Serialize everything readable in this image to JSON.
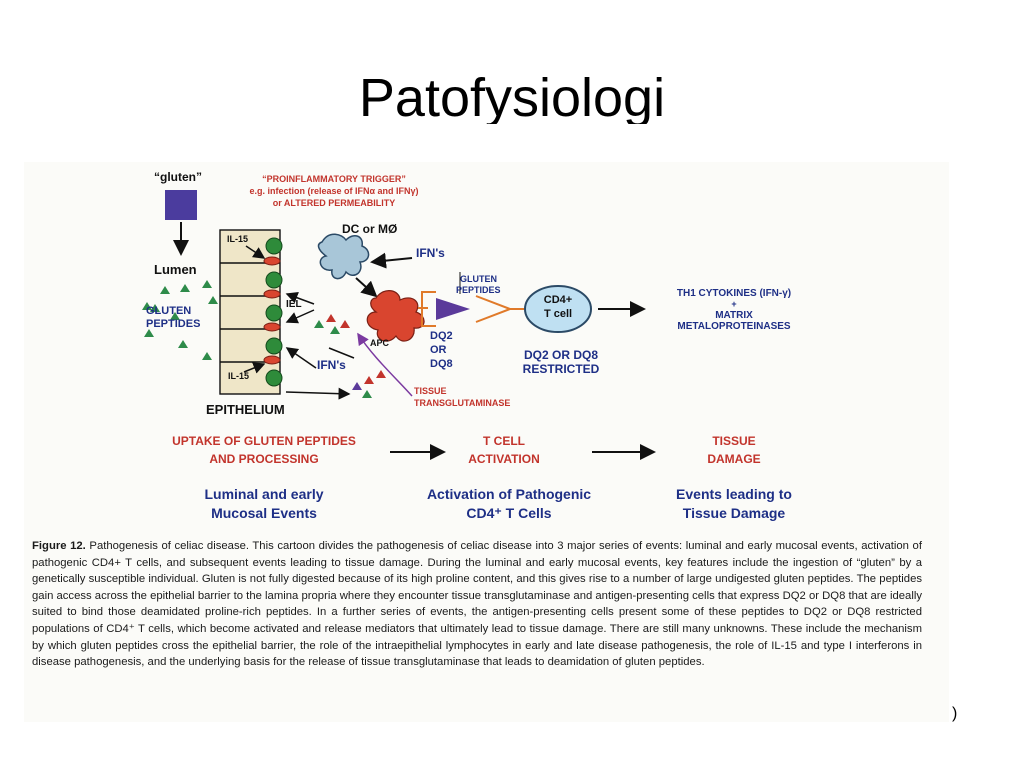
{
  "slide": {
    "title": "Patofysiologi",
    "page_number": ")"
  },
  "diagram": {
    "gluten": "“gluten”",
    "lumen": "Lumen",
    "gluten_peptides_left": [
      "GLUTEN",
      "PEPTIDES"
    ],
    "il15_top": "IL-15",
    "il15_bottom": "IL-15",
    "iel": "IEL",
    "epithelium": "EPITHELIUM",
    "trigger": [
      "“PROINFLAMMATORY TRIGGER”",
      "e.g. infection (release of IFNα and IFNγ)",
      "or ALTERED PERMEABILITY"
    ],
    "dc": "DC or MØ",
    "ifns_top": "IFN's",
    "ifns_bottom": "IFN's",
    "apc": "APC",
    "gluten_peptides_mid": [
      "GLUTEN",
      "PEPTIDES"
    ],
    "dq": [
      "DQ2",
      "OR",
      "DQ8"
    ],
    "cd4": [
      "CD4+",
      "T cell"
    ],
    "restricted": [
      "DQ2 OR DQ8",
      "RESTRICTED"
    ],
    "th1": [
      "TH1 CYTOKINES (IFN-γ)",
      "+",
      "MATRIX",
      "METALOPROTEINASES"
    ],
    "tissue_tg": [
      "TISSUE",
      "TRANSGLUTAMINASE"
    ],
    "stage1": [
      "UPTAKE OF GLUTEN PEPTIDES",
      "AND PROCESSING"
    ],
    "stage2": [
      "T CELL",
      "ACTIVATION"
    ],
    "stage3": [
      "TISSUE",
      "DAMAGE"
    ],
    "event1": [
      "Luminal and early",
      "Mucosal Events"
    ],
    "event2": [
      "Activation of Pathogenic",
      "CD4⁺ T Cells"
    ],
    "event3": [
      "Events leading to",
      "Tissue Damage"
    ],
    "colors": {
      "red": "#c2342c",
      "blue": "#1e2f86",
      "purple": "#5b3a9a",
      "cd4_fill": "#bfe0f2",
      "dc_fill": "#a8c6d8",
      "apc_fill": "#d9452f",
      "cell_fill": "#efe6c8",
      "nucleus": "#2e8b3a"
    }
  },
  "caption": {
    "label": "Figure 12.",
    "text": "Pathogenesis of celiac disease. This cartoon divides the pathogenesis of celiac disease into 3 major series of events: luminal and early mucosal events, activation of pathogenic CD4+ T cells, and subsequent events leading to tissue damage. During the luminal and early mucosal events, key features include the ingestion of “gluten” by a genetically susceptible individual. Gluten is not fully digested because of its high proline content, and this gives rise to a number of large undigested gluten peptides. The peptides gain access across the epithelial barrier to the lamina propria where they encounter tissue transglutaminase and antigen-presenting cells that express DQ2 or DQ8 that are ideally suited to bind those deamidated proline-rich peptides. In a further series of events, the antigen-presenting cells present some of these peptides to DQ2 or DQ8 restricted populations of CD4⁺ T cells, which become activated and release mediators that ultimately lead to tissue damage. There are still many unknowns. These include the mechanism by which gluten peptides cross the epithelial barrier, the role of the intraepithelial lymphocytes in early and late disease pathogenesis, the role of IL-15 and type I interferons in disease pathogenesis, and the underlying basis for the release of tissue transglutaminase that leads to deamidation of gluten peptides."
  }
}
